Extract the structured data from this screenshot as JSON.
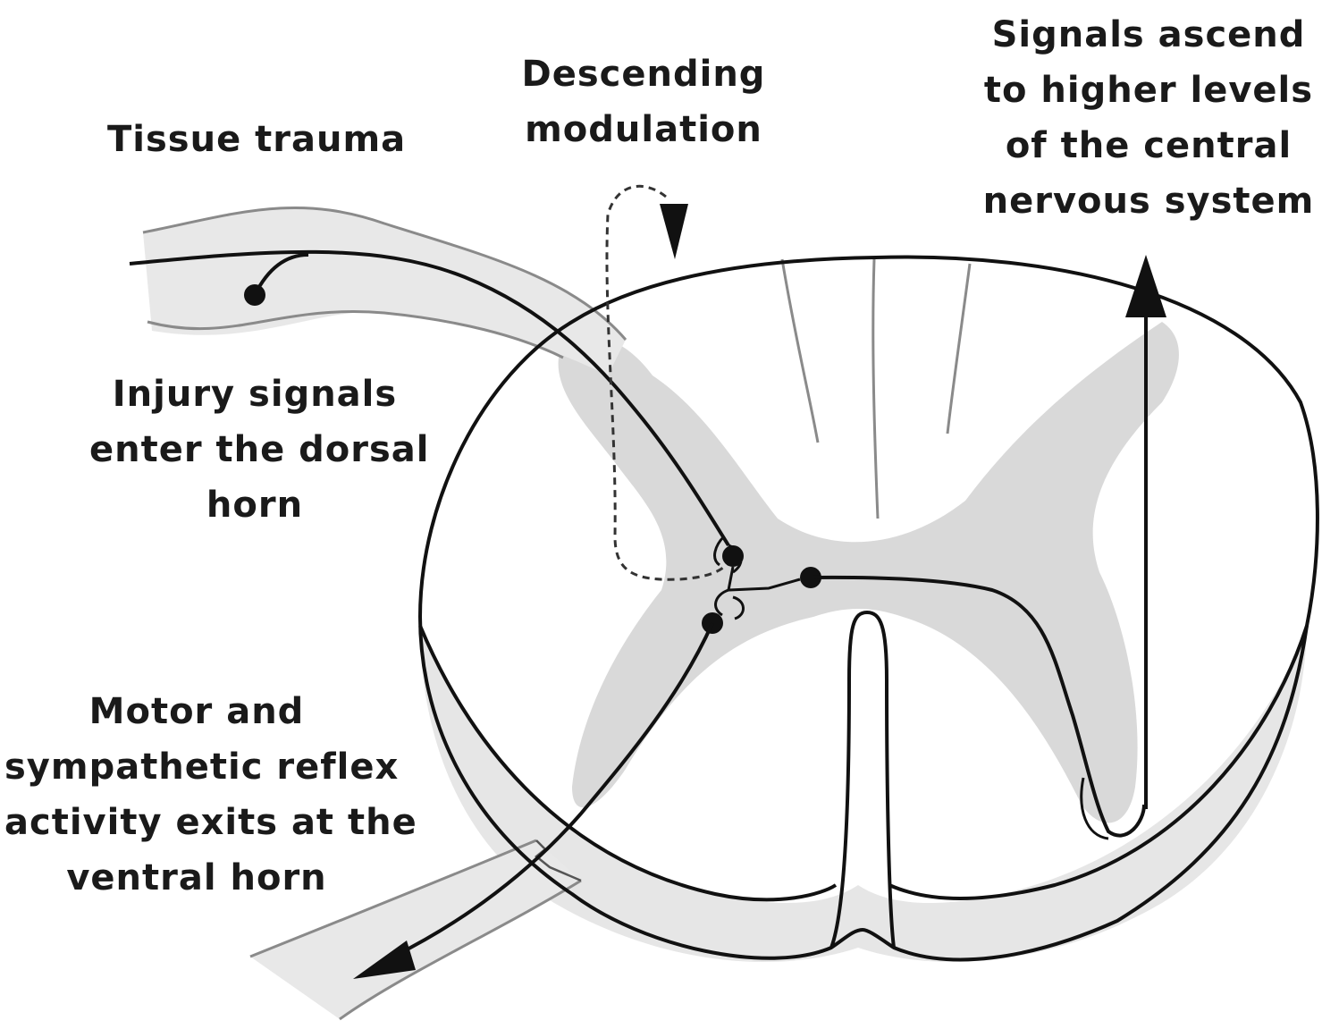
{
  "labels": {
    "tissue_trauma": [
      "Tissue trauma"
    ],
    "descending_modulation": [
      "Descending",
      "modulation"
    ],
    "signals_ascend": [
      "Signals ascend",
      "to higher levels",
      "of the central",
      "nervous system"
    ],
    "injury_signals": [
      "Injury signals",
      "enter the dorsal",
      "horn"
    ],
    "motor_reflex": [
      "Motor and",
      "sympathetic reflex",
      "activity exits at the",
      "ventral horn"
    ]
  },
  "colors": {
    "outline": "#111111",
    "gray_matter": "#d7d7d7",
    "nerve_fill": "#e3e3e3",
    "thin_line": "#8a8a8a",
    "background": "#ffffff"
  }
}
